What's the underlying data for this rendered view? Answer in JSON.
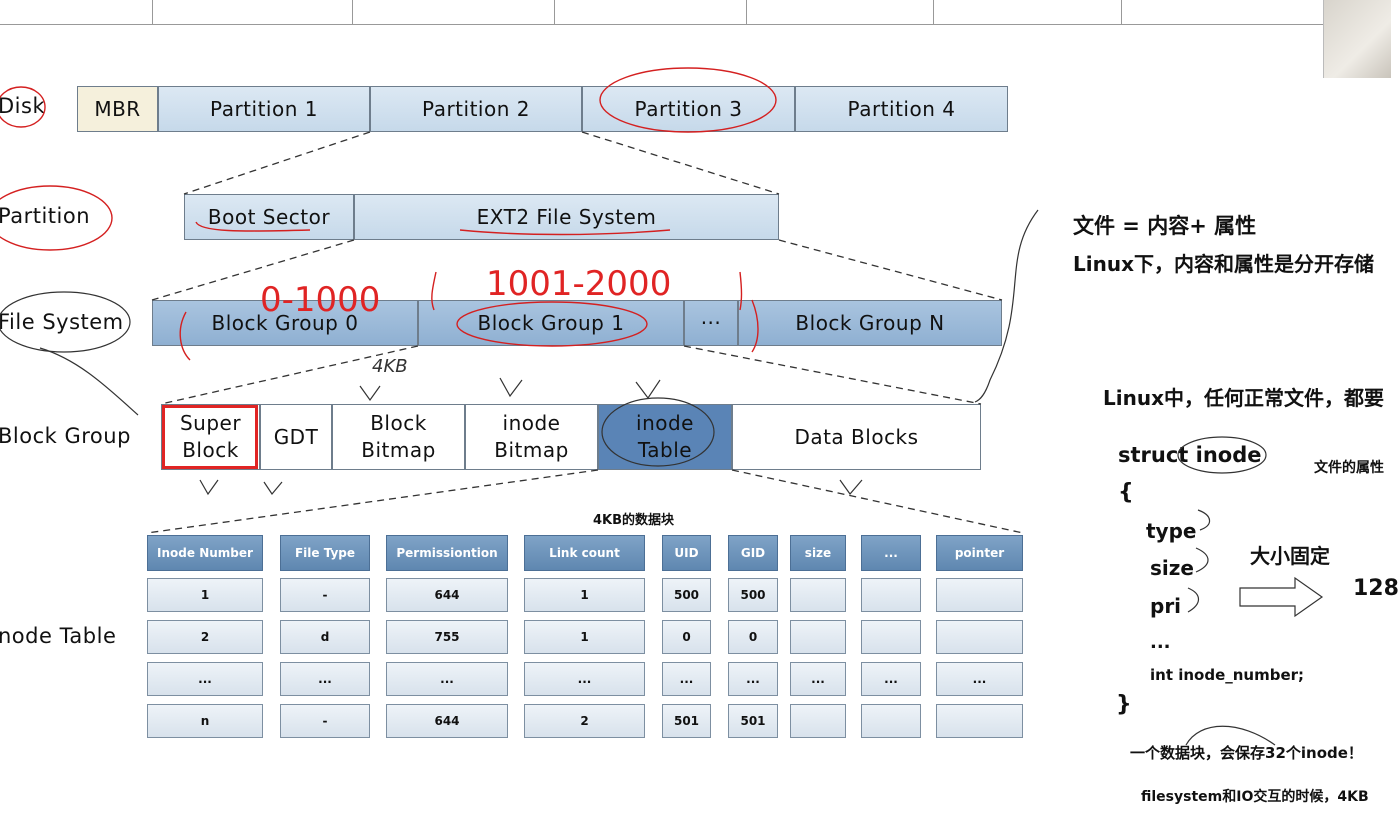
{
  "left_labels": {
    "disk": "Disk",
    "partition": "Partition",
    "file_system": "File System",
    "block_group": "Block Group",
    "inode_table": "node Table"
  },
  "disk_row": {
    "mbr": "MBR",
    "partitions": [
      "Partition 1",
      "Partition 2",
      "Partition 3",
      "Partition 4"
    ]
  },
  "partition_row": {
    "boot_sector": "Boot Sector",
    "ext2": "EXT2 File System"
  },
  "fs_row": {
    "groups": [
      "Block Group 0",
      "Block Group 1",
      "···",
      "Block Group N"
    ],
    "annotations": [
      "0-1000",
      "1001-2000"
    ]
  },
  "bg_row": {
    "super": [
      "Super",
      "Block"
    ],
    "gdt": "GDT",
    "bbitmap": [
      "Block",
      "Bitmap"
    ],
    "ibitmap": [
      "inode",
      "Bitmap"
    ],
    "itable": [
      "inode",
      "Table"
    ],
    "data": "Data Blocks",
    "handwritten_4kb": "4KB"
  },
  "inode_table": {
    "caption": "4KB的数据块",
    "headers": [
      "Inode Number",
      "File Type",
      "Permissiontion",
      "Link count",
      "UID",
      "GID",
      "size",
      "...",
      "pointer"
    ],
    "rows": [
      [
        "1",
        "-",
        "644",
        "1",
        "500",
        "500",
        "",
        "",
        ""
      ],
      [
        "2",
        "d",
        "755",
        "1",
        "0",
        "0",
        "",
        "",
        ""
      ],
      [
        "...",
        "...",
        "...",
        "...",
        "...",
        "...",
        "...",
        "...",
        "..."
      ],
      [
        "n",
        "-",
        "644",
        "2",
        "501",
        "501",
        "",
        "",
        ""
      ]
    ]
  },
  "notes": {
    "line1": "文件 = 内容+ 属性",
    "line2": "Linux下，内容和属性是分开存储",
    "line3": "Linux中，任何正常文件，都要",
    "struct_title": "struct inode",
    "attr_label": "文件的属性",
    "brace_open": "{",
    "fields": [
      "type",
      "size",
      "pri",
      "..."
    ],
    "field_last": "int inode_number;",
    "brace_close": "}",
    "fixed_size": "大小固定",
    "size_value": "128",
    "block_note": "一个数据块，会保存32个inode！",
    "io_note": "filesystem和IO交互的时候，4KB"
  },
  "colors": {
    "annotation_red": "#e02424",
    "header_blue": "#5f87b0",
    "highlight_blue": "#5a84b6"
  }
}
